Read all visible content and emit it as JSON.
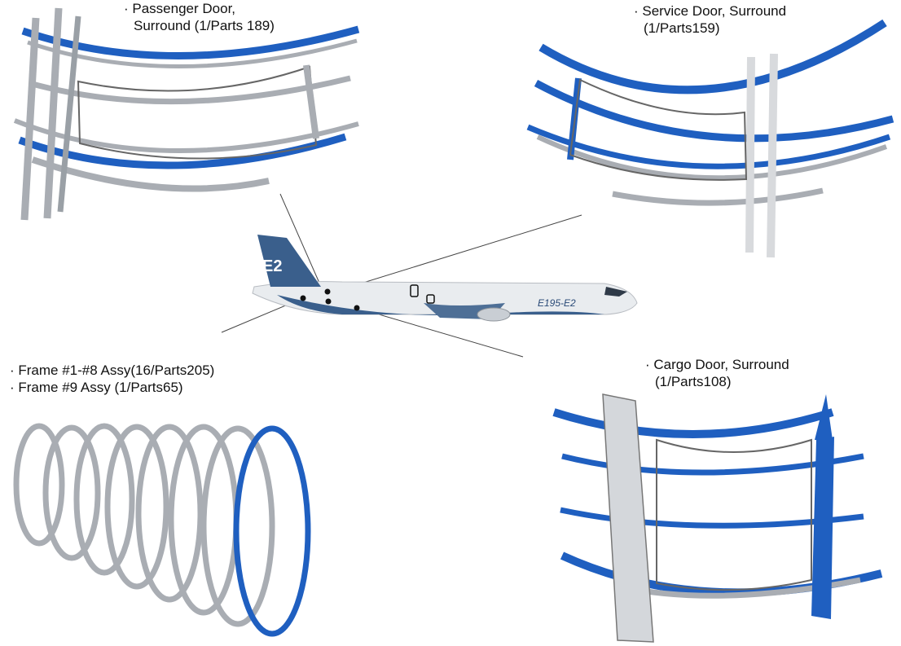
{
  "labels": {
    "passenger_door": {
      "line1": "· Passenger Door,",
      "line2": "Surround (1/Parts 189)"
    },
    "service_door": {
      "line1": "· Service Door, Surround",
      "line2": "(1/Parts159)"
    },
    "frames": {
      "line1": "· Frame #1-#8 Assy(16/Parts205)",
      "line2": "· Frame #9 Assy (1/Parts65)"
    },
    "cargo_door": {
      "line1": "· Cargo Door, Surround",
      "line2": "(1/Parts108)"
    }
  },
  "aircraft": {
    "tail_logo": "E2",
    "model_marking": "E195-E2"
  },
  "colors": {
    "structure_blue": "#1f5fc0",
    "structure_grey": "#a9adb3",
    "line": "#444444",
    "fuselage_blue": "#3a5f8c"
  }
}
